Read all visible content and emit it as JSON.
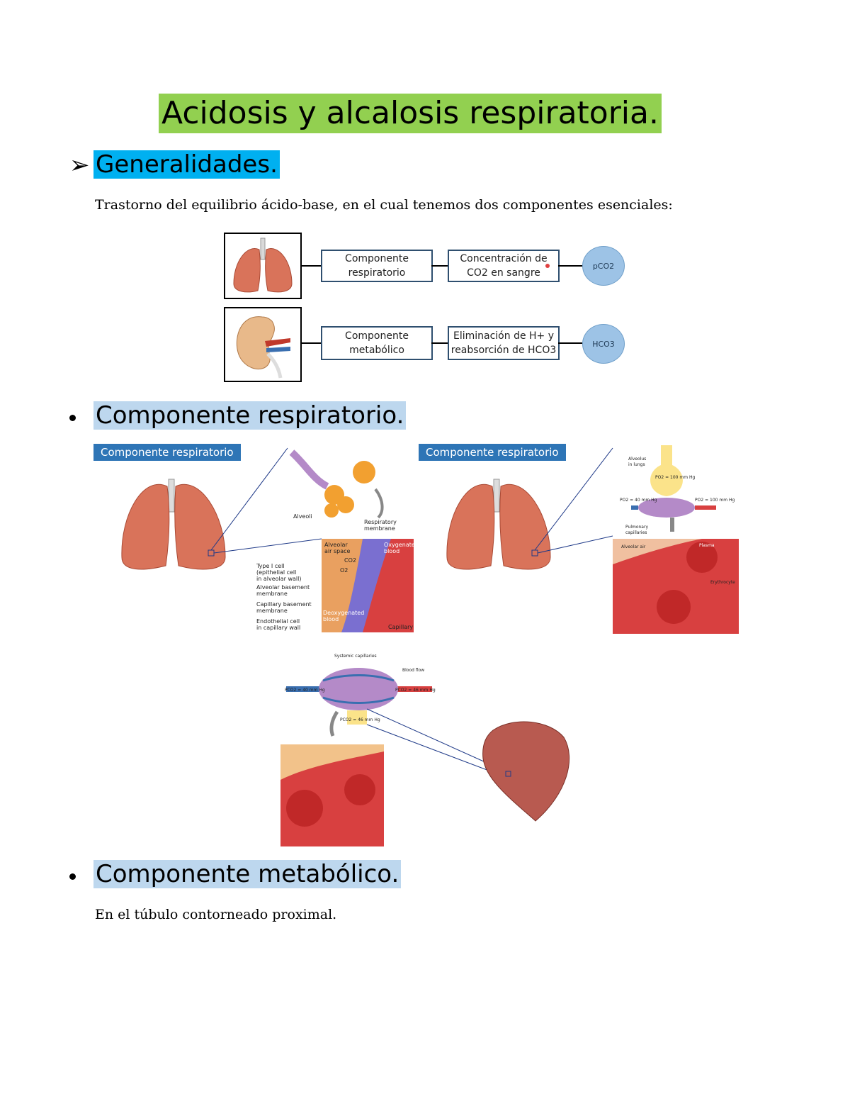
{
  "title": "Acidosis y alcalosis respiratoria.",
  "sections": {
    "generalidades": {
      "heading": "Generalidades.",
      "text": "Trastorno del equilibrio ácido-base, en el cual tenemos dos componentes esenciales:"
    },
    "respiratorio": {
      "heading": "Componente respiratorio."
    },
    "metabolico": {
      "heading": "Componente metabólico.",
      "text": "En el túbulo contorneado proximal."
    }
  },
  "diagram": {
    "row1": {
      "box1": [
        "Componente",
        "respiratorio"
      ],
      "box2": [
        "Concentración de",
        "CO2 en sangre"
      ],
      "circle": "pCO2"
    },
    "row2": {
      "box1": [
        "Componente",
        "metabólico"
      ],
      "box2": [
        "Eliminación de H+ y",
        "reabsorción de HCO3"
      ],
      "circle": "HCO3"
    }
  },
  "panels": {
    "left_title": "Componente respiratorio",
    "right_title": "Componente respiratorio",
    "left_labels": {
      "alveoli": "Alveoli",
      "resp_membrane": [
        "Respiratory",
        "membrane"
      ],
      "alveolar_air": [
        "Alveolar",
        "air space"
      ],
      "oxygenated": [
        "Oxygenated",
        "blood"
      ],
      "co2": "CO2",
      "o2": "O2",
      "type1": [
        "Type I cell",
        "(epithelial cell",
        "in alveolar wall)"
      ],
      "alv_bm": [
        "Alveolar basement",
        "membrane"
      ],
      "cap_bm": [
        "Capillary basement",
        "membrane"
      ],
      "endo": [
        "Endothelial cell",
        "in capillary wall"
      ],
      "deoxy": [
        "Deoxygenated",
        "blood"
      ],
      "capillary": "Capillary"
    },
    "right_labels": {
      "alveolus": [
        "Alveolus",
        "in lungs"
      ],
      "po2_100": "PO2 = 100 mm Hg",
      "po2_40": "PO2 = 40 mm Hg",
      "po2_100b": "PO2 = 100 mm Hg",
      "pulm_cap": [
        "Pulmonary",
        "capillaries"
      ],
      "alveolar": "Alveolar air",
      "plasma": "Plasma",
      "erythro": "Erythrocyte"
    }
  },
  "systemic": {
    "cap_label": "Systemic capillaries",
    "blood_flow": "Blood flow",
    "p_left": "PCO2 = 40 mm Hg",
    "p_right": "PCO2 = 46 mm Hg",
    "p_tissue": "PCO2 = 46 mm Hg"
  }
}
